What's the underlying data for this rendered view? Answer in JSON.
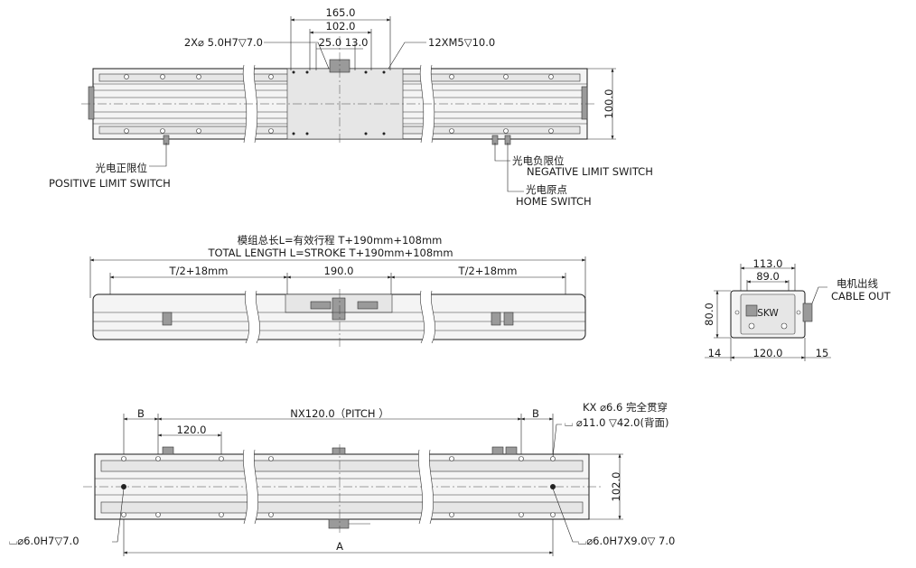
{
  "top_view": {
    "dim_165": "165.0",
    "dim_102": "102.0",
    "dim_25_13": "25.0 13.0",
    "dim_100": "100.0",
    "hole_left": "2X⌀ 5.0H7▽7.0",
    "hole_right": "12XM5▽10.0",
    "positive_cn": "光电正限位",
    "positive_en": "POSITIVE LIMIT SWITCH",
    "negative_cn": "光电负限位",
    "negative_en": "NEGATIVE LIMIT SWITCH",
    "home_cn": "光电原点",
    "home_en": "HOME SWITCH"
  },
  "side_view": {
    "total_cn": "模组总长L=有效行程 T+190mm+108mm",
    "total_en": "TOTAL LENGTH L=STROKE T+190mm+108mm",
    "half_left": "T/2+18mm",
    "center": "190.0",
    "half_right": "T/2+18mm"
  },
  "end_view": {
    "dim_113": "113.0",
    "dim_89": "89.0",
    "dim_80": "80.0",
    "dim_14": "14",
    "dim_120": "120.0",
    "dim_15": "15",
    "cable_cn": "电机出线",
    "cable_en": "CABLE OUT",
    "logo": "SKW"
  },
  "bottom_view": {
    "b_left": "B",
    "pitch": "NX120.0（PITCH ）",
    "b_right": "B",
    "dim_120": "120.0",
    "dim_102": "102.0",
    "dim_a": "A",
    "kx_line1": "KX ⌀6.6 完全贯穿",
    "kx_line2": "⌴ ⌀11.0 ▽42.0(背面)",
    "hole_left": "⌴⌀6.0H7▽7.0",
    "hole_right": "⌴⌀6.0H7X9.0▽ 7.0"
  }
}
